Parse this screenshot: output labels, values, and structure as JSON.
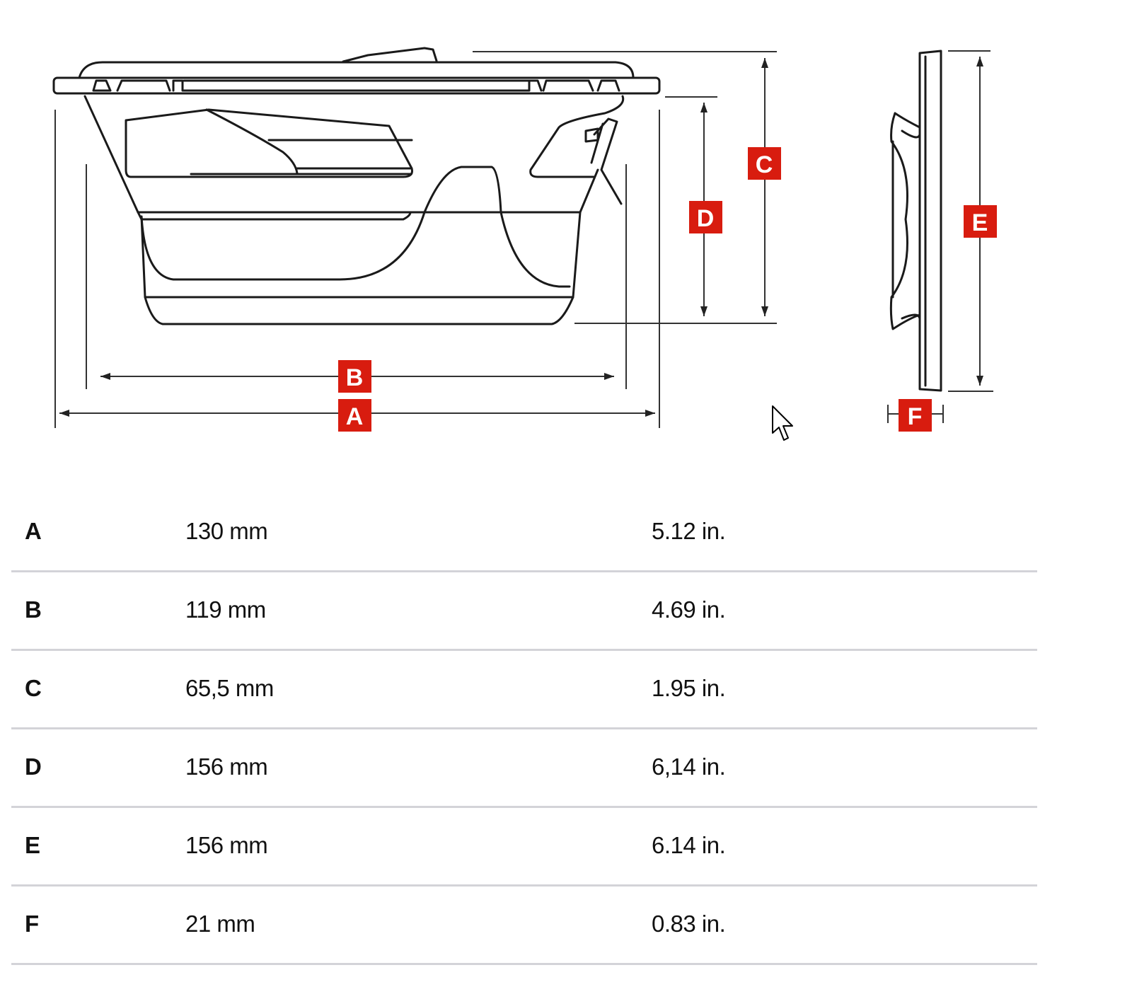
{
  "diagram": {
    "labels": {
      "a": "A",
      "b": "B",
      "c": "C",
      "d": "D",
      "e": "E",
      "f": "F"
    },
    "label_color": "#d81c0f"
  },
  "table": {
    "rows": [
      {
        "label": "A",
        "mm": "130 mm",
        "inches": "5.12 in."
      },
      {
        "label": "B",
        "mm": "119 mm",
        "inches": "4.69 in."
      },
      {
        "label": "C",
        "mm": "65,5 mm",
        "inches": "1.95 in."
      },
      {
        "label": "D",
        "mm": "156 mm",
        "inches": "6,14 in."
      },
      {
        "label": "E",
        "mm": "156 mm",
        "inches": "6.14 in."
      },
      {
        "label": "F",
        "mm": "21 mm",
        "inches": "0.83 in."
      }
    ]
  }
}
